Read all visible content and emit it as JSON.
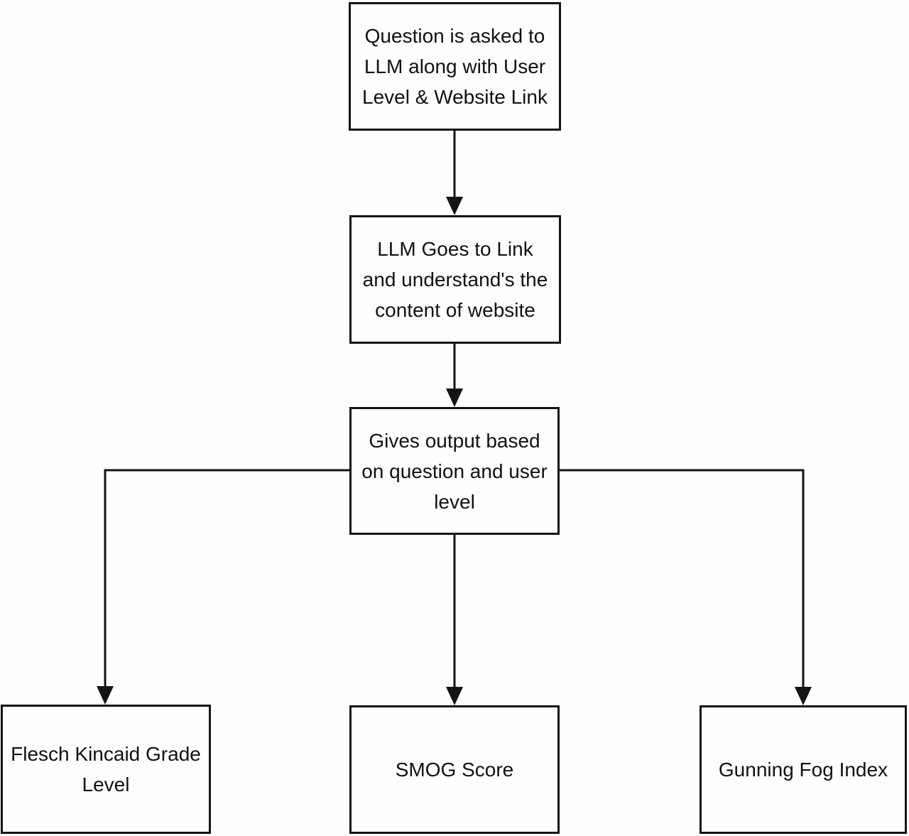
{
  "diagram": {
    "background_color": "#fefefe",
    "stroke_color": "#141414",
    "nodes": [
      {
        "id": "question-input",
        "label": "Question is asked to\nLLM along with User\nLevel & Website Link"
      },
      {
        "id": "llm-understands",
        "label": "LLM Goes to Link\nand understand's the\ncontent of website"
      },
      {
        "id": "gives-output",
        "label": "Gives output based\non question and user\nlevel"
      },
      {
        "id": "flesch-kincaid",
        "label": "Flesch Kincaid Grade\nLevel"
      },
      {
        "id": "smog-score",
        "label": "SMOG Score"
      },
      {
        "id": "gunning-fog",
        "label": "Gunning Fog Index"
      }
    ],
    "edges": [
      {
        "from": "question-input",
        "to": "llm-understands"
      },
      {
        "from": "llm-understands",
        "to": "gives-output"
      },
      {
        "from": "gives-output",
        "to": "flesch-kincaid"
      },
      {
        "from": "gives-output",
        "to": "smog-score"
      },
      {
        "from": "gives-output",
        "to": "gunning-fog"
      }
    ]
  }
}
